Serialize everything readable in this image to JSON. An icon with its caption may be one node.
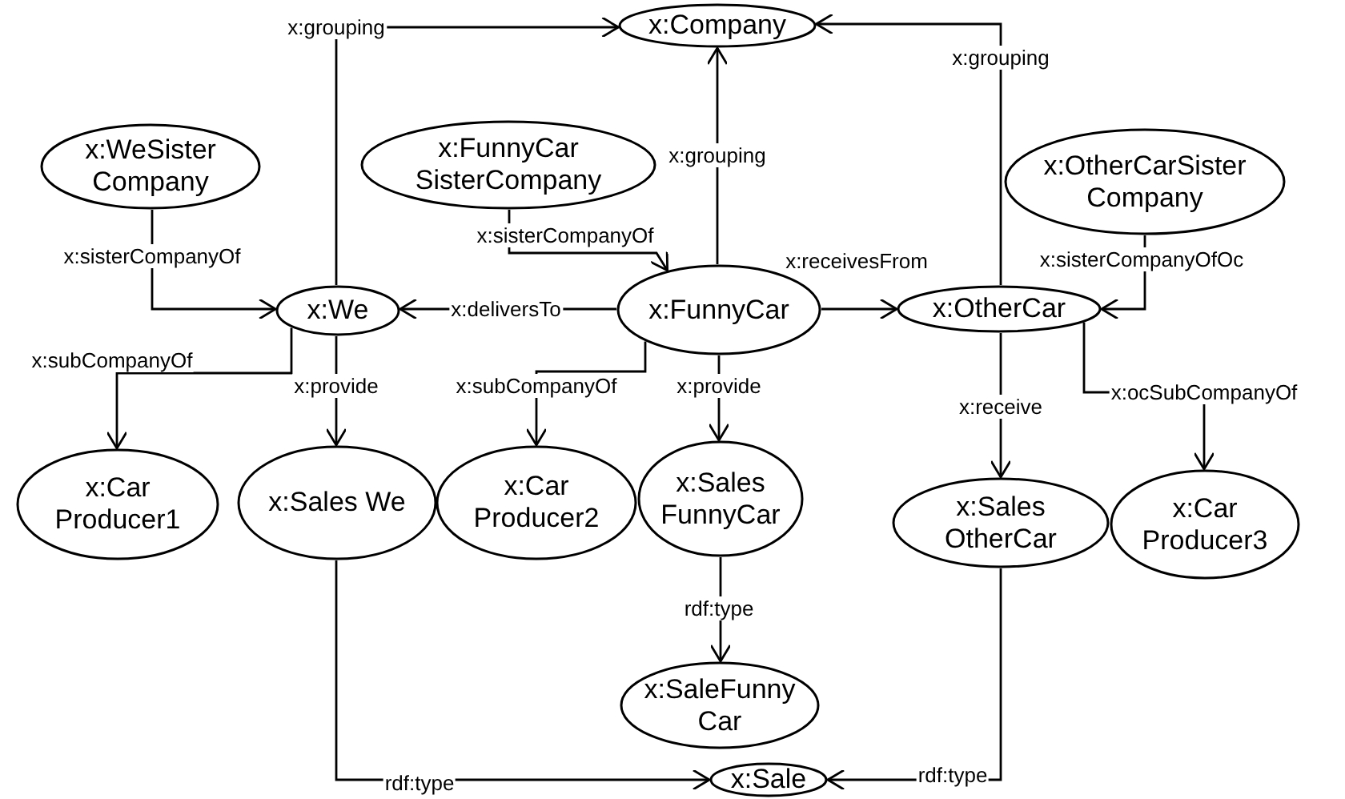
{
  "diagram": {
    "nodes": [
      {
        "text": [
          "x:Company"
        ]
      },
      {
        "text": [
          "x:WeSister Company"
        ]
      },
      {
        "text": [
          "x:FunnyCar SisterCompany"
        ]
      },
      {
        "text": [
          "x:OtherCarSister Company"
        ]
      },
      {
        "text": [
          "x:We"
        ]
      },
      {
        "text": [
          "x:FunnyCar"
        ]
      },
      {
        "text": [
          "x:OtherCar"
        ]
      },
      {
        "text": [
          "x:Car Producer1"
        ]
      },
      {
        "text": [
          "x:Sales We"
        ]
      },
      {
        "text": [
          "x:Car Producer2"
        ]
      },
      {
        "text": [
          "x:Sales FunnyCar"
        ]
      },
      {
        "text": [
          "x:Sales OtherCar"
        ]
      },
      {
        "text": [
          "x:Car Producer3"
        ]
      },
      {
        "text": [
          "x:SaleFunny Car"
        ]
      },
      {
        "text": [
          "x:Sale"
        ]
      }
    ],
    "edges": [
      {
        "from": 4,
        "to": 0,
        "arrow": "to",
        "label": "x:grouping"
      },
      {
        "from": 5,
        "to": 0,
        "arrow": "to",
        "label": "x:grouping"
      },
      {
        "from": 6,
        "to": 0,
        "arrow": "to",
        "label": "x:grouping"
      },
      {
        "from": 1,
        "to": 4,
        "arrow": "to",
        "label": "x:sisterCompanyOf"
      },
      {
        "from": 2,
        "to": 5,
        "arrow": "to",
        "label": "x:sisterCompanyOf"
      },
      {
        "from": 3,
        "to": 6,
        "arrow": "to",
        "label": "x:sisterCompanyOfOc"
      },
      {
        "from": 5,
        "to": 4,
        "arrow": "to",
        "label": "x:deliversTo"
      },
      {
        "from": 5,
        "to": 6,
        "arrow": "to",
        "label": "x:receivesFrom"
      },
      {
        "from": 4,
        "to": 7,
        "arrow": "to",
        "label": "x:subCompanyOf"
      },
      {
        "from": 4,
        "to": 8,
        "arrow": "to",
        "label": "x:provide"
      },
      {
        "from": 5,
        "to": 9,
        "arrow": "to",
        "label": "x:subCompanyOf"
      },
      {
        "from": 5,
        "to": 10,
        "arrow": "to",
        "label": "x:provide"
      },
      {
        "from": 6,
        "to": 11,
        "arrow": "to",
        "label": "x:receive"
      },
      {
        "from": 6,
        "to": 12,
        "arrow": "to",
        "label": "x:ocSubCompanyOf"
      },
      {
        "from": 10,
        "to": 13,
        "arrow": "to",
        "label": "rdf:type"
      },
      {
        "from": 8,
        "to": 14,
        "arrow": "to",
        "label": "rdf:type"
      },
      {
        "from": 11,
        "to": 14,
        "arrow": "to",
        "label": "rdf:type"
      }
    ]
  }
}
